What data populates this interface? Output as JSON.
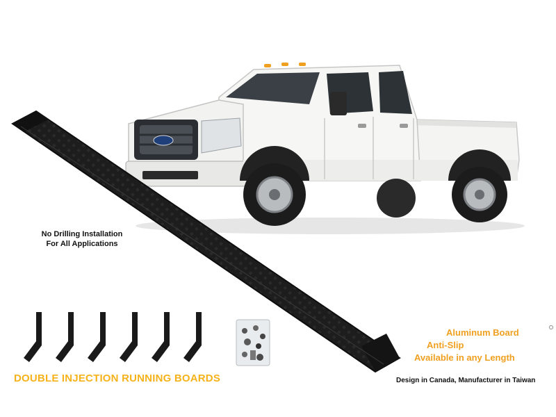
{
  "note": {
    "line1": "No Drilling Installation",
    "line2": "For All Applications"
  },
  "headline": "DOUBLE INJECTION RUNNING BOARDS",
  "features": {
    "line1": "Aluminum Board",
    "line2": "Anti-Slip",
    "line3": "Available in any Length"
  },
  "origin": "Design in Canada, Manufacturer in Taiwan",
  "product": {
    "vehicle_icon": "pickup-truck-photo",
    "board_icon": "running-board",
    "bracket_count": 6,
    "hardware_icon": "hardware-kit-bag"
  },
  "colors": {
    "headline": "#f6b21a",
    "features": "#f0a020",
    "text": "#111111",
    "board": "#1a1a1a",
    "truck_body": "#f4f4f2"
  }
}
